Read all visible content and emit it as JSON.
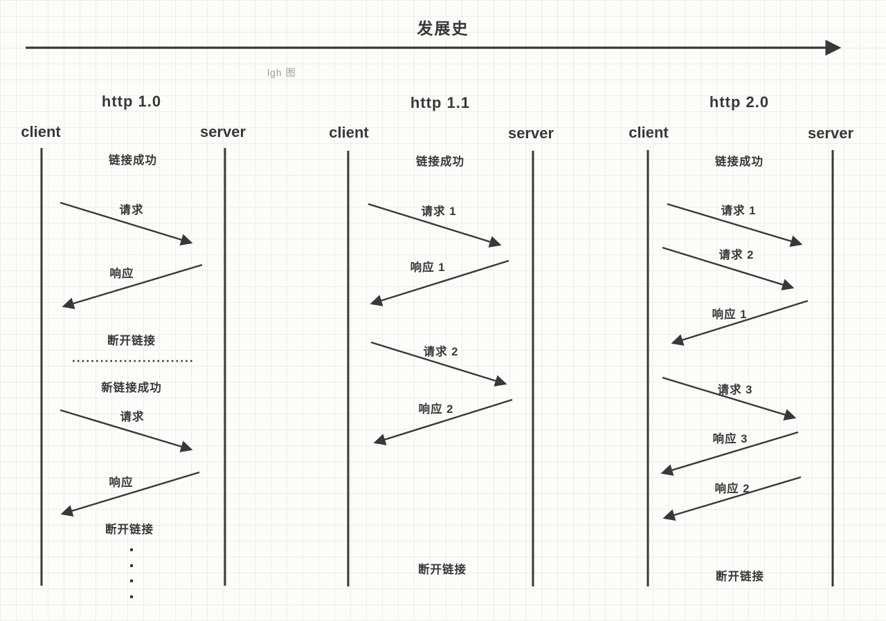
{
  "title": "发展史",
  "credit": "lgh 图",
  "colors": {
    "ink": "#383838",
    "grid": "#ededeb",
    "bg": "#fcfcfa",
    "watermark": "#9b9b9b"
  },
  "diagrams": [
    {
      "header": "http 1.0",
      "client_label": "client",
      "server_label": "server",
      "events": {
        "connect": "链接成功",
        "request_a": "请求",
        "response_a": "响应",
        "disconnect_a": "断开链接",
        "reconnect": "新链接成功",
        "request_b": "请求",
        "response_b": "响应",
        "disconnect_b": "断开链接"
      }
    },
    {
      "header": "http 1.1",
      "client_label": "client",
      "server_label": "server",
      "events": {
        "connect": "链接成功",
        "request_1": "请求 1",
        "response_1": "响应 1",
        "request_2": "请求 2",
        "response_2": "响应 2",
        "disconnect": "断开链接"
      }
    },
    {
      "header": "http 2.0",
      "client_label": "client",
      "server_label": "server",
      "events": {
        "connect": "链接成功",
        "request_1": "请求 1",
        "request_2": "请求 2",
        "response_1": "响应 1",
        "request_3": "请求 3",
        "response_3": "响应 3",
        "response_2": "响应 2",
        "disconnect": "断开链接"
      }
    }
  ]
}
